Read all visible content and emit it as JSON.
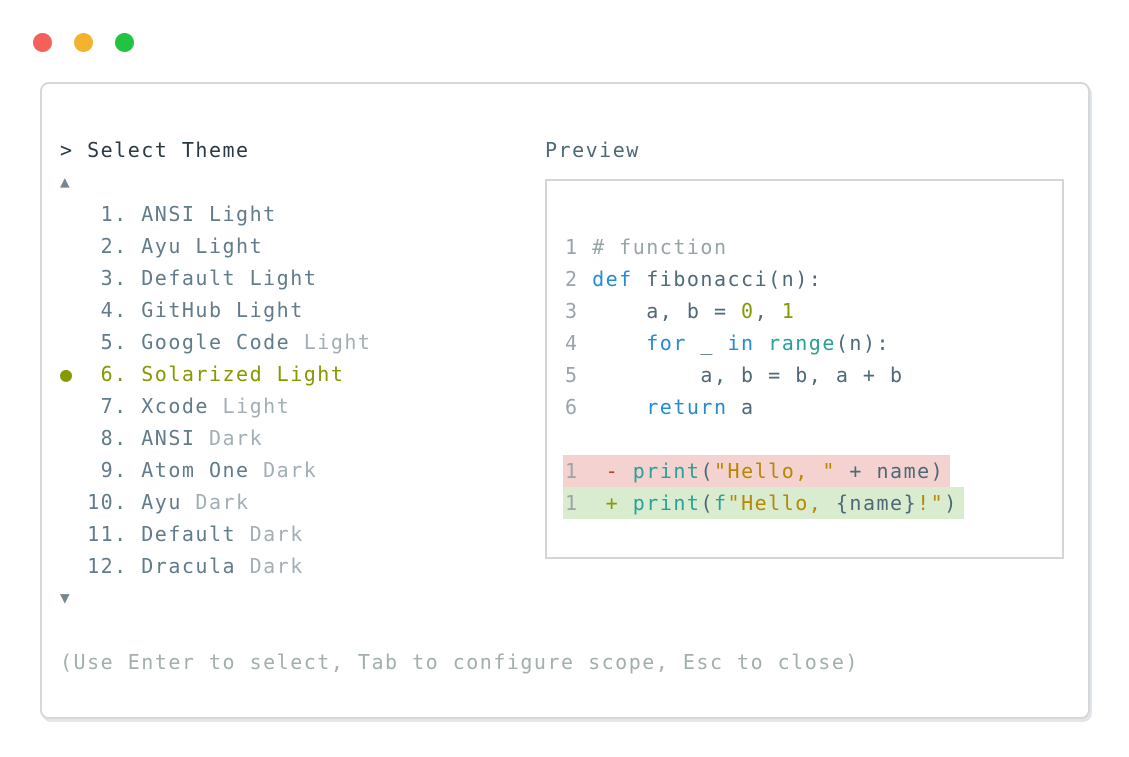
{
  "window": {
    "traffic_lights": [
      {
        "name": "close",
        "color": "#f4615b"
      },
      {
        "name": "minimize",
        "color": "#f3b32d"
      },
      {
        "name": "zoom",
        "color": "#22c342"
      }
    ]
  },
  "prompt": {
    "title": "> Select Theme",
    "scroll_up_icon": "▲",
    "scroll_down_icon": "▼",
    "hint": "(Use Enter to select, Tab to configure scope, Esc to close)"
  },
  "theme_list": {
    "selected_index": 6,
    "items": [
      {
        "marker": "  ",
        "num": " 1. ",
        "name": "ANSI",
        "variant": " Light"
      },
      {
        "marker": "  ",
        "num": " 2. ",
        "name": "Ayu",
        "variant": " Light"
      },
      {
        "marker": "  ",
        "num": " 3. ",
        "name": "Default",
        "variant": " Light"
      },
      {
        "marker": "  ",
        "num": " 4. ",
        "name": "GitHub",
        "variant": " Light"
      },
      {
        "marker": "  ",
        "num": " 5. ",
        "name": "Google Code",
        "variant": " Light"
      },
      {
        "marker": "● ",
        "num": " 6. ",
        "name": "Solarized",
        "variant": " Light"
      },
      {
        "marker": "  ",
        "num": " 7. ",
        "name": "Xcode",
        "variant": " Light"
      },
      {
        "marker": "  ",
        "num": " 8. ",
        "name": "ANSI",
        "variant": " Dark"
      },
      {
        "marker": "  ",
        "num": " 9. ",
        "name": "Atom One",
        "variant": " Dark"
      },
      {
        "marker": "  ",
        "num": "10. ",
        "name": "Ayu",
        "variant": " Dark"
      },
      {
        "marker": "  ",
        "num": "11. ",
        "name": "Default",
        "variant": " Dark"
      },
      {
        "marker": "  ",
        "num": "12. ",
        "name": "Dracula",
        "variant": " Dark"
      }
    ]
  },
  "preview": {
    "label": "Preview",
    "lines": [
      {
        "num": "1",
        "diff": null,
        "tokens": [
          {
            "t": "# function",
            "c": "comment"
          }
        ]
      },
      {
        "num": "2",
        "diff": null,
        "tokens": [
          {
            "t": "def",
            "c": "blue"
          },
          {
            "t": " fibonacci(n):",
            "c": "fg"
          }
        ]
      },
      {
        "num": "3",
        "diff": null,
        "tokens": [
          {
            "t": "    a, b = ",
            "c": "fg"
          },
          {
            "t": "0",
            "c": "olive"
          },
          {
            "t": ", ",
            "c": "fg"
          },
          {
            "t": "1",
            "c": "olive"
          }
        ]
      },
      {
        "num": "4",
        "diff": null,
        "tokens": [
          {
            "t": "    ",
            "c": "fg"
          },
          {
            "t": "for",
            "c": "blue"
          },
          {
            "t": " _ ",
            "c": "fg"
          },
          {
            "t": "in",
            "c": "blue"
          },
          {
            "t": " ",
            "c": "fg"
          },
          {
            "t": "range",
            "c": "cyan"
          },
          {
            "t": "(n):",
            "c": "fg"
          }
        ]
      },
      {
        "num": "5",
        "diff": null,
        "tokens": [
          {
            "t": "        a, b = b, a + b",
            "c": "fg"
          }
        ]
      },
      {
        "num": "6",
        "diff": null,
        "tokens": [
          {
            "t": "    ",
            "c": "fg"
          },
          {
            "t": "return",
            "c": "blue"
          },
          {
            "t": " a",
            "c": "fg"
          }
        ]
      },
      {
        "num": "1",
        "diff": "removed",
        "tokens": [
          {
            "t": " ",
            "c": "fg"
          },
          {
            "t": "-",
            "c": "red"
          },
          {
            "t": " ",
            "c": "fg"
          },
          {
            "t": "print",
            "c": "cyan"
          },
          {
            "t": "(",
            "c": "fg"
          },
          {
            "t": "\"Hello, \"",
            "c": "yellow"
          },
          {
            "t": " + name",
            "c": "fg"
          },
          {
            "t": ")",
            "c": "fg"
          }
        ]
      },
      {
        "num": "1",
        "diff": "added",
        "tokens": [
          {
            "t": " ",
            "c": "fg"
          },
          {
            "t": "+",
            "c": "olive"
          },
          {
            "t": " ",
            "c": "fg"
          },
          {
            "t": "print",
            "c": "cyan"
          },
          {
            "t": "(",
            "c": "fg"
          },
          {
            "t": "f",
            "c": "cyan"
          },
          {
            "t": "\"Hello, ",
            "c": "yellow"
          },
          {
            "t": "{name}",
            "c": "fg"
          },
          {
            "t": "!\"",
            "c": "yellow"
          },
          {
            "t": ")",
            "c": "fg"
          }
        ]
      }
    ]
  },
  "colors": {
    "selected_accent": "#859900",
    "keyword_blue": "#268bd2",
    "function_cyan": "#2aa198",
    "string_yellow": "#b58900",
    "diff_minus_red": "#dc322f",
    "diff_removed_bg": "#f3d2cf",
    "diff_added_bg": "#d9ecd0"
  }
}
